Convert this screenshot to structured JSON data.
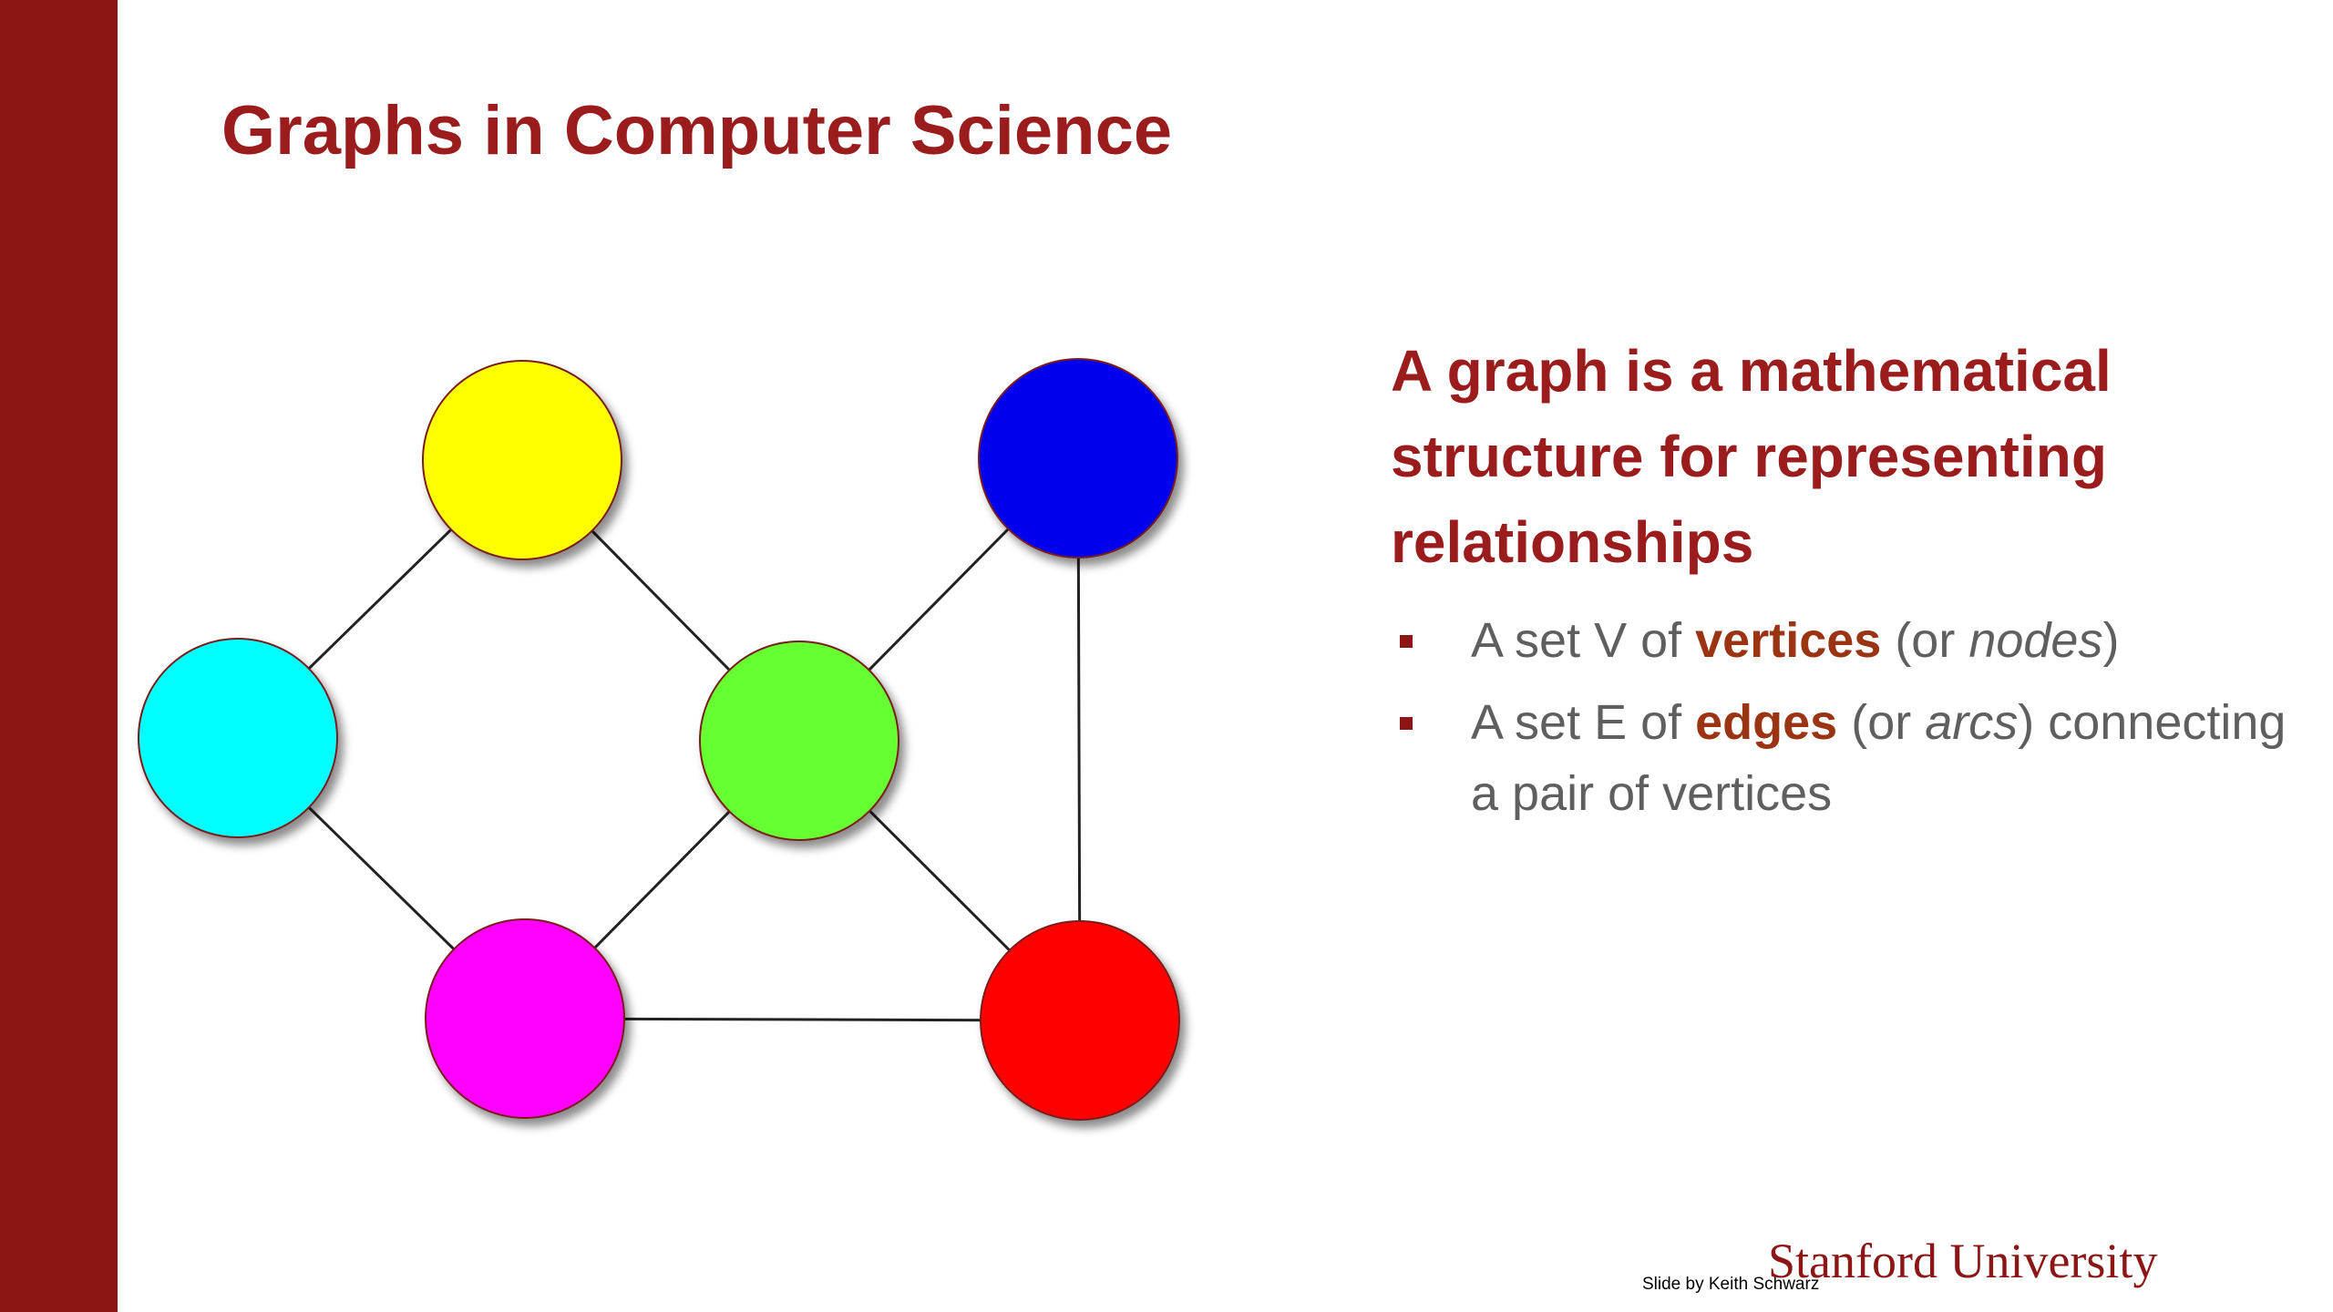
{
  "slide": {
    "title": "Graphs in Computer Science",
    "heading": "A graph is a mathematical structure for representing relationships",
    "bullets": [
      {
        "parts": [
          {
            "text": "A set V of ",
            "style": "normal"
          },
          {
            "text": "vertices",
            "style": "emphasis"
          },
          {
            "text": " (or ",
            "style": "normal"
          },
          {
            "text": "nodes",
            "style": "italic"
          },
          {
            "text": ")",
            "style": "normal"
          }
        ]
      },
      {
        "parts": [
          {
            "text": "A set E of ",
            "style": "normal"
          },
          {
            "text": "edges",
            "style": "emphasis"
          },
          {
            "text": " (or ",
            "style": "normal"
          },
          {
            "text": "arcs",
            "style": "italic"
          },
          {
            "text": ") connecting",
            "style": "normal"
          }
        ]
      },
      {
        "parts": [
          {
            "text": "a pair of vertices",
            "style": "normal"
          }
        ],
        "continuation": true
      }
    ],
    "credit": "Slide by Keith Schwarz",
    "logo_text": "Stanford University"
  },
  "graph": {
    "nodes": [
      {
        "id": "yellow",
        "color": "#ffff00"
      },
      {
        "id": "blue",
        "color": "#0000ee"
      },
      {
        "id": "cyan",
        "color": "#00ffff"
      },
      {
        "id": "green",
        "color": "#66ff33"
      },
      {
        "id": "magenta",
        "color": "#ff00ff"
      },
      {
        "id": "red",
        "color": "#ff0000"
      }
    ],
    "edges": [
      [
        "yellow",
        "cyan"
      ],
      [
        "yellow",
        "green"
      ],
      [
        "cyan",
        "magenta"
      ],
      [
        "green",
        "blue"
      ],
      [
        "green",
        "magenta"
      ],
      [
        "green",
        "red"
      ],
      [
        "blue",
        "red"
      ],
      [
        "magenta",
        "red"
      ]
    ]
  },
  "colors": {
    "accent": "#8c1515",
    "heading": "#9b1c1c",
    "body_text": "#5f5f5f",
    "emphasis": "#9a3412",
    "bullet": "#8c1515",
    "edge": "#222222",
    "node_outline": "#7a1f1f",
    "credit": "#000000"
  }
}
